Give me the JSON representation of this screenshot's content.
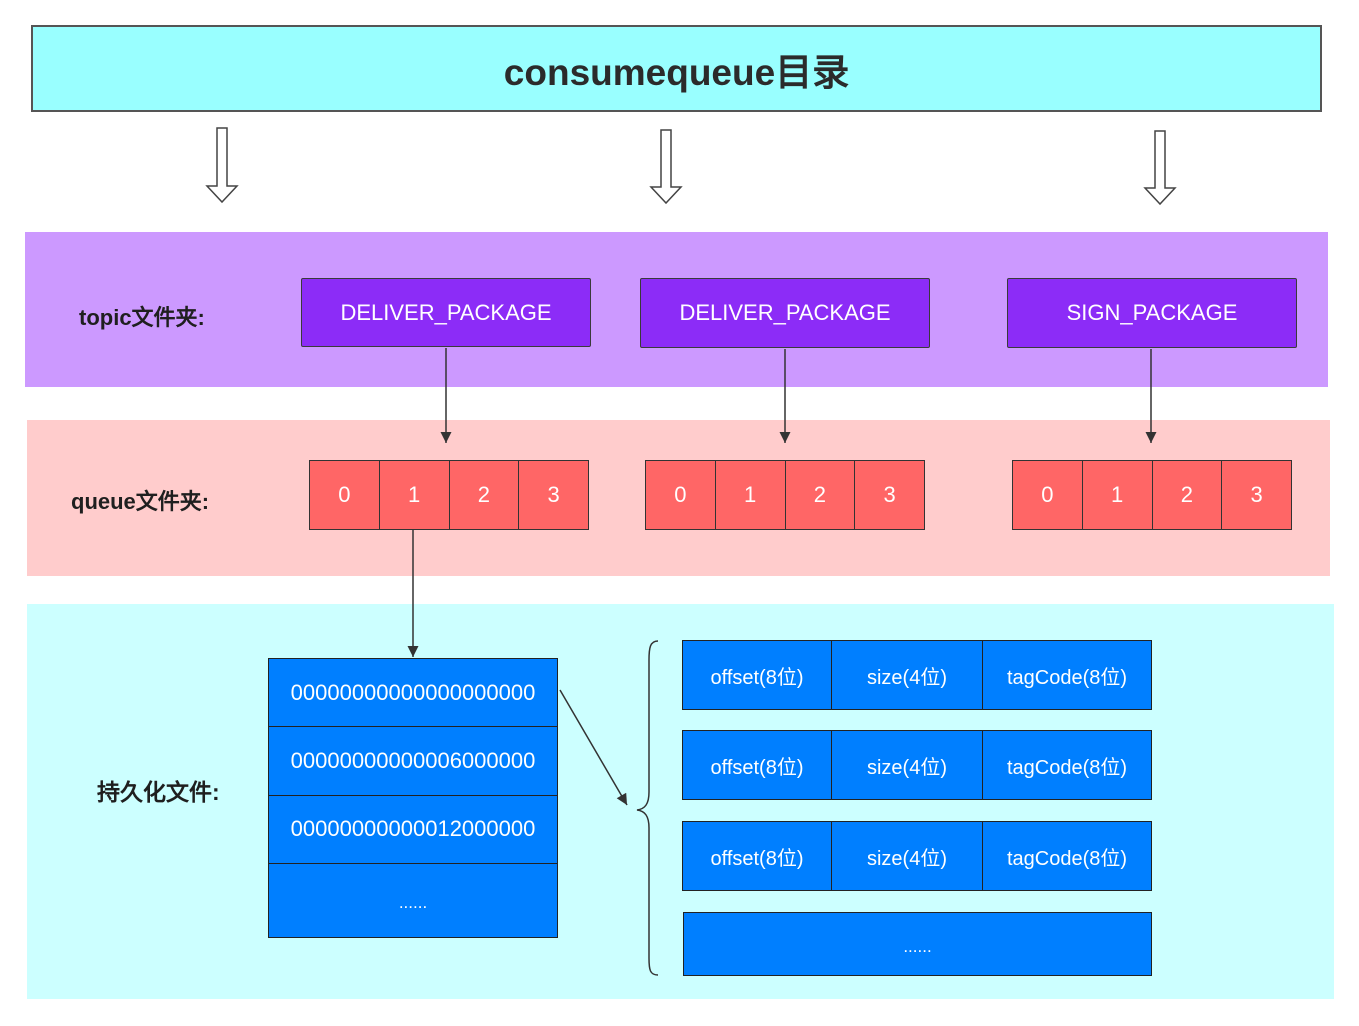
{
  "title": "consumequeue目录",
  "topic_section": {
    "label": "topic文件夹:",
    "topics": [
      "DELIVER_PACKAGE",
      "DELIVER_PACKAGE",
      "SIGN_PACKAGE"
    ]
  },
  "queue_section": {
    "label": "queue文件夹:",
    "groups": [
      [
        "0",
        "1",
        "2",
        "3"
      ],
      [
        "0",
        "1",
        "2",
        "3"
      ],
      [
        "0",
        "1",
        "2",
        "3"
      ]
    ]
  },
  "persist_section": {
    "label": "持久化文件:",
    "files": [
      "00000000000000000000",
      "00000000000006000000",
      "00000000000012000000",
      "......"
    ],
    "entries": [
      [
        "offset(8位)",
        "size(4位)",
        "tagCode(8位)"
      ],
      [
        "offset(8位)",
        "size(4位)",
        "tagCode(8位)"
      ],
      [
        "offset(8位)",
        "size(4位)",
        "tagCode(8位)"
      ]
    ],
    "entries_more": "......"
  },
  "colors": {
    "title_bg": "#99FFFF",
    "topic_band": "#CC99FF",
    "topic_box": "#8C2CF7",
    "queue_band": "#FFCCCC",
    "queue_cell": "#FF6666",
    "persist_band": "#CCFFFF",
    "file_cell": "#007FFF"
  }
}
